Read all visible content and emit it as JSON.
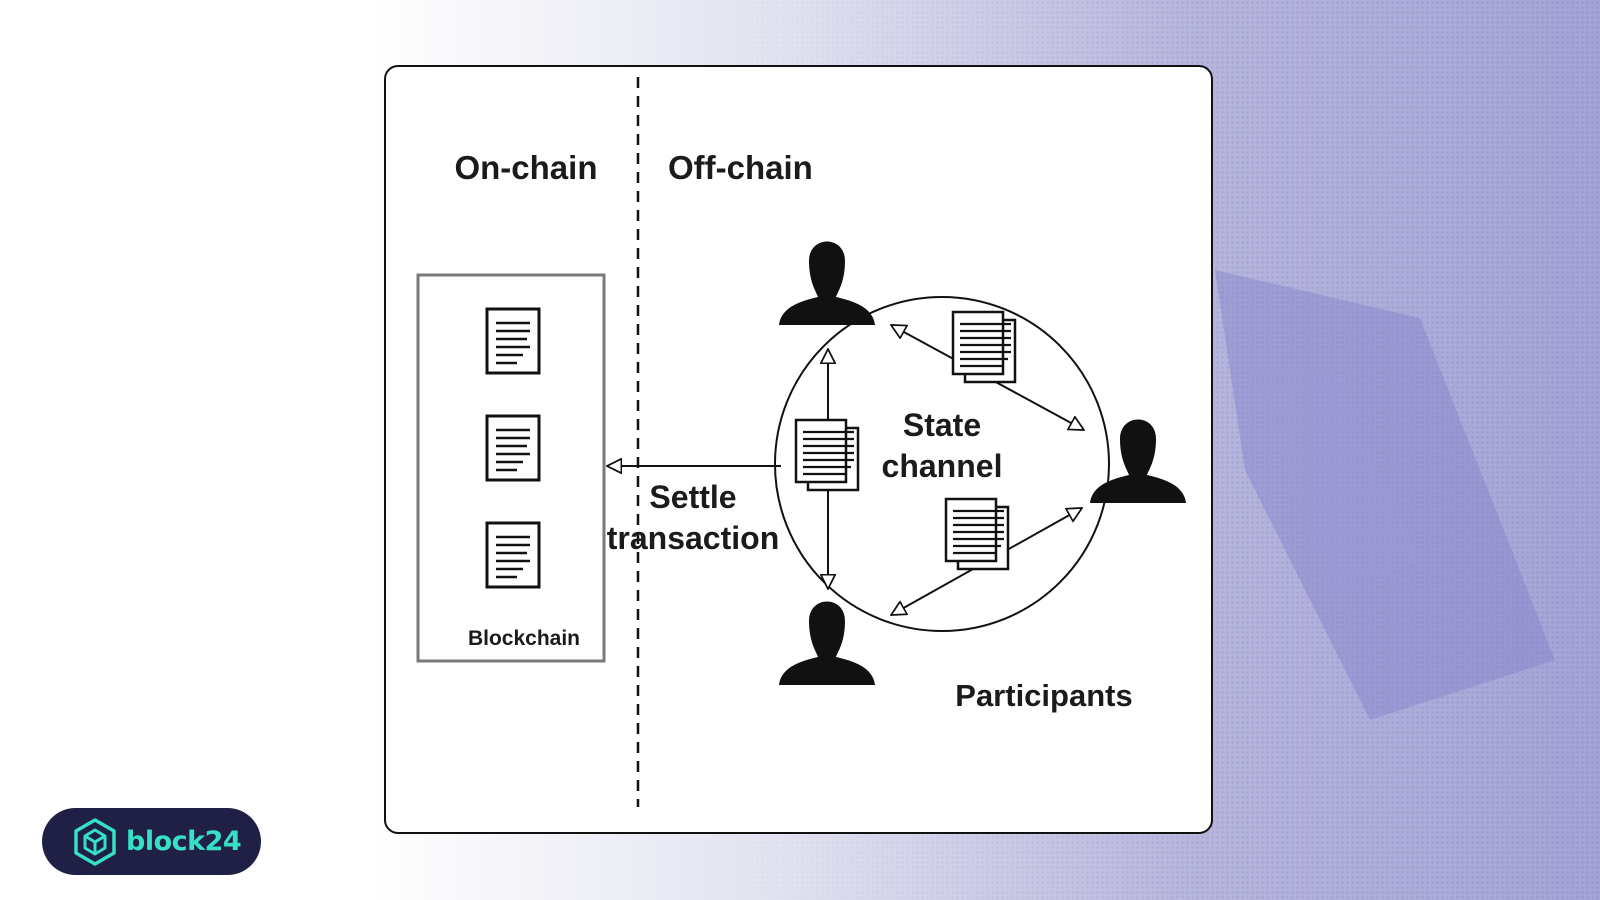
{
  "diagram": {
    "on_chain_label": "On-chain",
    "off_chain_label": "Off-chain",
    "blockchain_label": "Blockchain",
    "settle_label_line1": "Settle",
    "settle_label_line2": "transaction",
    "state_channel_line1": "State",
    "state_channel_line2": "channel",
    "participants_label": "Participants"
  },
  "logo": {
    "text": "block24"
  },
  "colors": {
    "logo_bg": "#202046",
    "logo_accent": "#36e0c4",
    "ink": "#111111"
  }
}
